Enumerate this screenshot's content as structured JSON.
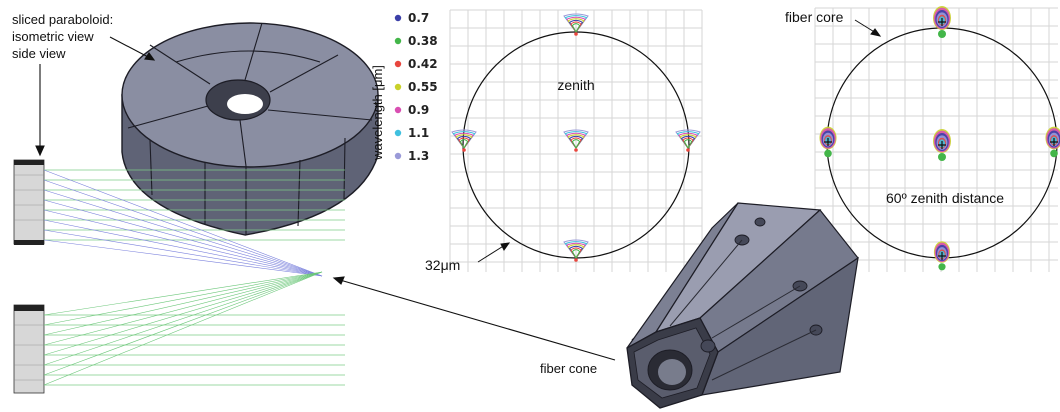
{
  "labels": {
    "sliced_paraboloid": "sliced paraboloid:",
    "isometric_view": "isometric view",
    "side_view": "side view",
    "fiber_cone": "fiber cone",
    "fiber_core": "fiber core",
    "zenith": "zenith",
    "zenith_distance": "60º zenith distance",
    "scale_circle": "32μm"
  },
  "legend": {
    "title": "wavelength [μm]",
    "items": [
      {
        "label": "0.7",
        "color": "#3b3fa8"
      },
      {
        "label": "0.38",
        "color": "#43b649"
      },
      {
        "label": "0.42",
        "color": "#e8463e"
      },
      {
        "label": "0.55",
        "color": "#c9d12a"
      },
      {
        "label": "0.9",
        "color": "#d94fb2"
      },
      {
        "label": "1.1",
        "color": "#3fc0df"
      },
      {
        "label": "1.3",
        "color": "#9a9ad8"
      }
    ]
  },
  "colors": {
    "part_face": "#6f7385",
    "part_top": "#8d90a4",
    "part_edge": "#1d1d26",
    "ray_blue": "#6f77d8",
    "ray_green": "#5cc06a"
  }
}
